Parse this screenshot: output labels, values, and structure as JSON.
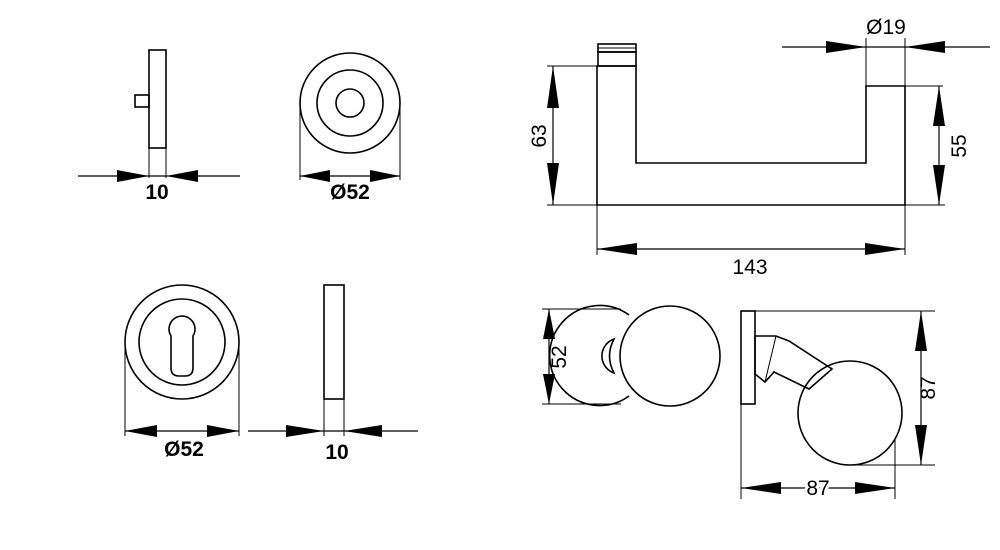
{
  "dimensions": {
    "rose_thickness": "10",
    "rose_diameter": "Ø52",
    "escutcheon_diameter": "Ø52",
    "escutcheon_thickness": "10",
    "lever_height": "63",
    "lever_spindle_diameter": "Ø19",
    "lever_grip_height": "55",
    "lever_length": "143",
    "knob_diameter": "52",
    "knob_height": "87",
    "knob_projection": "87"
  }
}
